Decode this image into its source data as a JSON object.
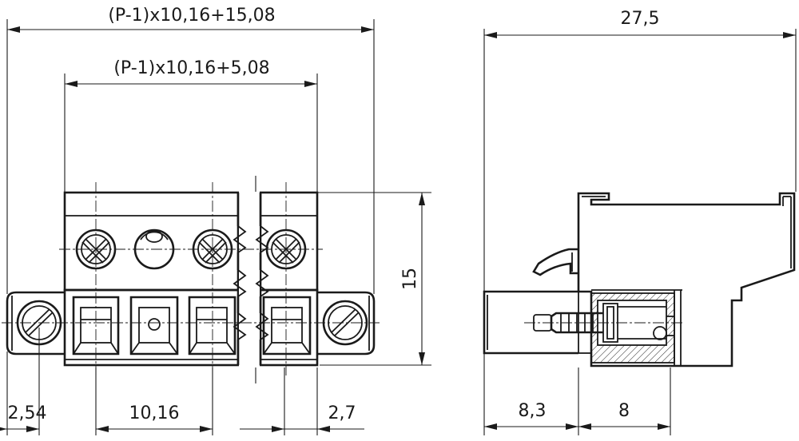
{
  "dimensions": {
    "overall_width": "(P-1)x10,16+15,08",
    "inner_width": "(P-1)x10,16+5,08",
    "height": "15",
    "left_offset": "2,54",
    "pitch": "10,16",
    "right_offset": "2,7",
    "side_depth": "27,5",
    "side_front": "8,3",
    "side_rear": "8"
  },
  "colors": {
    "line": "#1a1a1a",
    "background": "#ffffff"
  }
}
